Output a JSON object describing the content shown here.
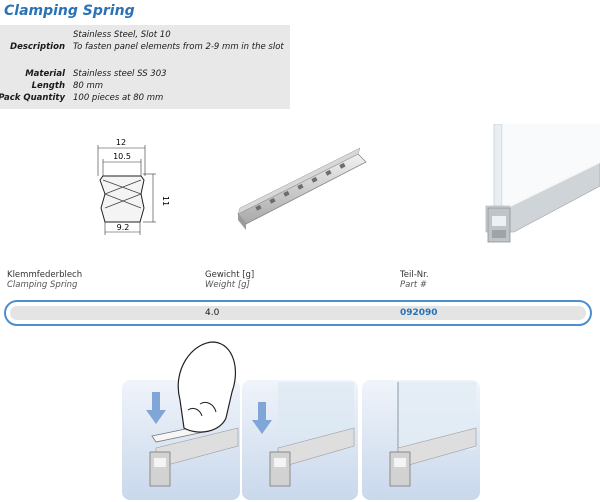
{
  "title": "Clamping Spring",
  "specs": [
    {
      "label": "",
      "value": "Stainless Steel, Slot 10"
    },
    {
      "label": "Description",
      "value": "To fasten panel elements from 2-9 mm in the slot"
    },
    {
      "label": "Material",
      "value": "Stainless steel SS 303"
    },
    {
      "label": "Length",
      "value": "80 mm"
    },
    {
      "label": "Pack Quantity",
      "value": "100 pieces at 80 mm"
    }
  ],
  "drawing": {
    "dim_top": "12",
    "dim_inner": "10.5",
    "dim_height": "11",
    "dim_bottom": "9.2"
  },
  "table": {
    "headers": [
      {
        "de": "Klemmfederblech",
        "en": "Clamping Spring"
      },
      {
        "de": "Gewicht [g]",
        "en": "Weight [g]"
      },
      {
        "de": "Teil-Nr.",
        "en": "Part #"
      }
    ],
    "row": {
      "name": "",
      "weight": "4.0",
      "part": "092090"
    }
  },
  "colors": {
    "accent": "#2a72b5",
    "row_border": "#4d8fcc",
    "panel_bg": "#e8e8e8",
    "step_bg": "#dbe6f4",
    "arrow": "#7fa6d6"
  }
}
